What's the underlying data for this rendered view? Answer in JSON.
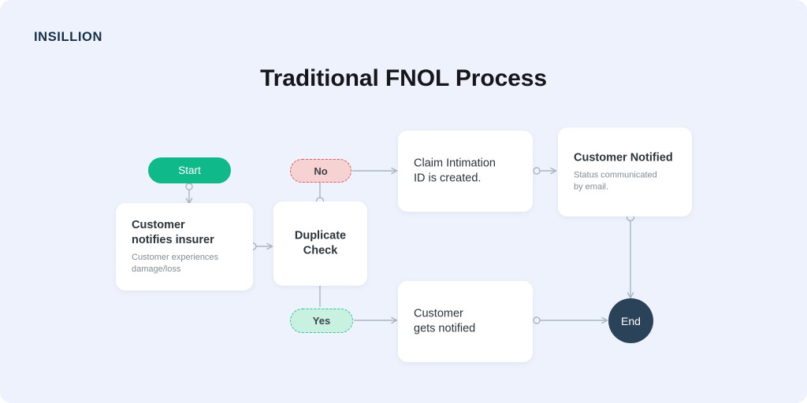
{
  "brand": {
    "name": "INSILLION"
  },
  "header": {
    "title": "Traditional FNOL Process"
  },
  "colors": {
    "canvas_bg": "#eef2fc",
    "card_bg": "#ffffff",
    "title_text": "#15171a",
    "brand_text": "#16304a",
    "start_fill": "#0fb98a",
    "no_fill": "#f6d2d2",
    "no_border": "#e05b5b",
    "yes_fill": "#c8f1e2",
    "yes_border": "#2ec79a",
    "end_fill": "#2b4358",
    "connector": "#aab6c2",
    "body_text": "#2d3439",
    "muted_text": "#848c94"
  },
  "nodes": {
    "start": {
      "label": "Start",
      "shape": "pill"
    },
    "notify": {
      "title": "Customer\nnotifies insurer",
      "subtitle": "Customer experiences\ndamage/loss",
      "shape": "card"
    },
    "duplicate": {
      "title": "Duplicate\nCheck",
      "shape": "card"
    },
    "no": {
      "label": "No",
      "shape": "pill"
    },
    "yes": {
      "label": "Yes",
      "shape": "pill"
    },
    "intimation": {
      "title": "Claim Intimation\nID is created.",
      "shape": "card"
    },
    "notified_top": {
      "title": "Customer Notified",
      "subtitle": "Status communicated\nby email.",
      "shape": "card"
    },
    "gets_notified": {
      "title": "Customer\ngets notified",
      "shape": "card"
    },
    "end": {
      "label": "End",
      "shape": "circle"
    }
  },
  "connectors": [
    {
      "id": "start-to-notify",
      "from": "start",
      "to": "notify",
      "direction": "down",
      "source_marker": "circle",
      "target_marker": "arrow"
    },
    {
      "id": "notify-to-duplicate",
      "from": "notify",
      "to": "duplicate",
      "direction": "right",
      "source_marker": "circle",
      "target_marker": "arrow"
    },
    {
      "id": "no-to-duplicate",
      "from": "no",
      "to": "duplicate",
      "direction": "down",
      "source_marker": "none",
      "target_marker": "circle"
    },
    {
      "id": "no-to-intimation",
      "from": "no",
      "to": "intimation",
      "direction": "right",
      "source_marker": "none",
      "target_marker": "arrow"
    },
    {
      "id": "intimation-to-notified",
      "from": "intimation",
      "to": "notified_top",
      "direction": "right",
      "source_marker": "circle",
      "target_marker": "arrow"
    },
    {
      "id": "duplicate-to-yes",
      "from": "duplicate",
      "to": "yes",
      "direction": "down",
      "source_marker": "none",
      "target_marker": "none"
    },
    {
      "id": "yes-to-gets-notified",
      "from": "yes",
      "to": "gets_notified",
      "direction": "right",
      "source_marker": "none",
      "target_marker": "arrow"
    },
    {
      "id": "gets-notified-to-end",
      "from": "gets_notified",
      "to": "end",
      "direction": "right",
      "source_marker": "circle",
      "target_marker": "arrow"
    },
    {
      "id": "notified-to-end",
      "from": "notified_top",
      "to": "end",
      "direction": "down",
      "source_marker": "circle",
      "target_marker": "arrow"
    }
  ]
}
